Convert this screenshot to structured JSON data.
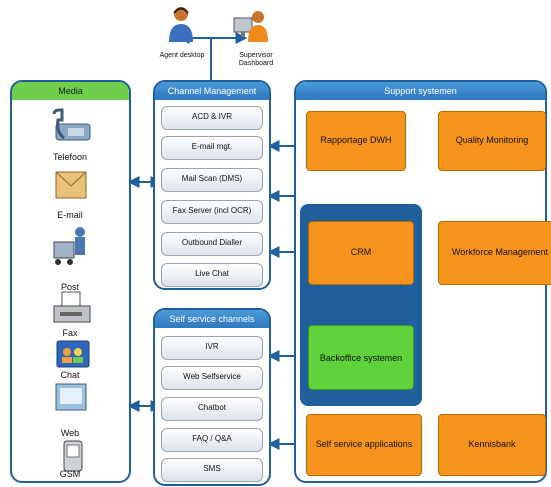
{
  "top": {
    "agent_label": "Agent desktop",
    "supervisor_label": "Supervisor Dashboard"
  },
  "media": {
    "title": "Media",
    "items": [
      "Telefoon",
      "E-mail",
      "Post",
      "Fax",
      "Chat",
      "Web",
      "GSM"
    ]
  },
  "channel_mgmt": {
    "title": "Channel Management",
    "items": [
      "ACD & IVR",
      "E-mail mgt.",
      "Mail Scan (DMS)",
      "Fax Server (incl OCR)",
      "Outbound Dialler",
      "Live Chat"
    ]
  },
  "self_service": {
    "title": "Self service channels",
    "items": [
      "IVR",
      "Web Selfservice",
      "Chatbot",
      "FAQ / Q&A",
      "SMS"
    ]
  },
  "support": {
    "title": "Support systemen",
    "rapportage": "Rapportage DWH",
    "quality": "Quality Monitoring",
    "crm": "CRM",
    "workforce": "Workforce Management",
    "backoffice": "Backoffice systemen",
    "selfservice_apps": "Self service applications",
    "kennisbank": "Kennisbank"
  },
  "colors": {
    "panel_border": "#1f5f9c",
    "media_header": "#6fcf4c",
    "channel_header": "#2f78bf",
    "orange_box": "#f7941d",
    "green_box": "#5fd13a",
    "crm_container": "#1f5f9c",
    "arrow": "#1f5f9c"
  }
}
